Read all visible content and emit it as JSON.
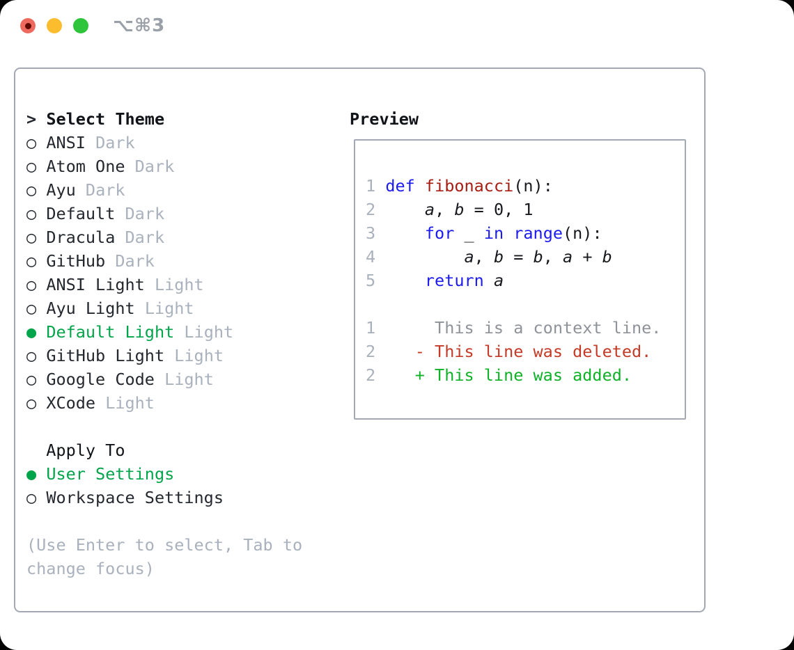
{
  "window": {
    "title": "⌥⌘3"
  },
  "icons": {
    "cursor_marker": ">",
    "unselected_marker": "○",
    "selected_marker": "●"
  },
  "theme_picker": {
    "header": "Select Theme",
    "items": [
      {
        "name": "ANSI",
        "variant": "Dark",
        "selected": false
      },
      {
        "name": "Atom One",
        "variant": "Dark",
        "selected": false
      },
      {
        "name": "Ayu",
        "variant": "Dark",
        "selected": false
      },
      {
        "name": "Default",
        "variant": "Dark",
        "selected": false
      },
      {
        "name": "Dracula",
        "variant": "Dark",
        "selected": false
      },
      {
        "name": "GitHub",
        "variant": "Dark",
        "selected": false
      },
      {
        "name": "ANSI Light",
        "variant": "Light",
        "selected": false
      },
      {
        "name": "Ayu Light",
        "variant": "Light",
        "selected": false
      },
      {
        "name": "Default Light",
        "variant": "Light",
        "selected": true
      },
      {
        "name": "GitHub Light",
        "variant": "Light",
        "selected": false
      },
      {
        "name": "Google Code",
        "variant": "Light",
        "selected": false
      },
      {
        "name": "XCode",
        "variant": "Light",
        "selected": false
      }
    ],
    "apply_to": {
      "header": "Apply To",
      "options": [
        {
          "label": "User Settings",
          "selected": true
        },
        {
          "label": "Workspace Settings",
          "selected": false
        }
      ]
    },
    "help_lines": [
      "(Use Enter to select, Tab to",
      "change focus)"
    ]
  },
  "preview": {
    "header": "Preview",
    "lines": [
      {
        "tokens": [
          {
            "text": "1",
            "style": "num"
          },
          {
            "text": " ",
            "style": "plain"
          },
          {
            "text": "def",
            "style": "kw"
          },
          {
            "text": " ",
            "style": "plain"
          },
          {
            "text": "fibonacci",
            "style": "fn"
          },
          {
            "text": "(n):",
            "style": "plain"
          }
        ]
      },
      {
        "tokens": [
          {
            "text": "2",
            "style": "num"
          },
          {
            "text": "     ",
            "style": "plain"
          },
          {
            "text": "a",
            "style": "var"
          },
          {
            "text": ", ",
            "style": "plain"
          },
          {
            "text": "b",
            "style": "var"
          },
          {
            "text": " = 0, 1",
            "style": "plain"
          }
        ]
      },
      {
        "tokens": [
          {
            "text": "3",
            "style": "num"
          },
          {
            "text": "     ",
            "style": "plain"
          },
          {
            "text": "for",
            "style": "kw"
          },
          {
            "text": " _ ",
            "style": "plain"
          },
          {
            "text": "in",
            "style": "kw"
          },
          {
            "text": " ",
            "style": "plain"
          },
          {
            "text": "range",
            "style": "kw"
          },
          {
            "text": "(n):",
            "style": "plain"
          }
        ]
      },
      {
        "tokens": [
          {
            "text": "4",
            "style": "num"
          },
          {
            "text": "         ",
            "style": "plain"
          },
          {
            "text": "a",
            "style": "var"
          },
          {
            "text": ", ",
            "style": "plain"
          },
          {
            "text": "b",
            "style": "var"
          },
          {
            "text": " = ",
            "style": "plain"
          },
          {
            "text": "b",
            "style": "var"
          },
          {
            "text": ", ",
            "style": "plain"
          },
          {
            "text": "a",
            "style": "var"
          },
          {
            "text": " + ",
            "style": "plain"
          },
          {
            "text": "b",
            "style": "var"
          }
        ]
      },
      {
        "tokens": [
          {
            "text": "5",
            "style": "num"
          },
          {
            "text": "     ",
            "style": "plain"
          },
          {
            "text": "return",
            "style": "kw"
          },
          {
            "text": " ",
            "style": "plain"
          },
          {
            "text": "a",
            "style": "var"
          }
        ]
      },
      {
        "tokens": []
      },
      {
        "tokens": [
          {
            "text": "1",
            "style": "num"
          },
          {
            "text": "      ",
            "style": "plain"
          },
          {
            "text": "This is a context line.",
            "style": "ctx"
          }
        ]
      },
      {
        "tokens": [
          {
            "text": "2",
            "style": "num"
          },
          {
            "text": "    ",
            "style": "plain"
          },
          {
            "text": "- This line was deleted.",
            "style": "del"
          }
        ]
      },
      {
        "tokens": [
          {
            "text": "2",
            "style": "num"
          },
          {
            "text": "    ",
            "style": "plain"
          },
          {
            "text": "+ This line was added.",
            "style": "add"
          }
        ]
      }
    ]
  },
  "colors": {
    "window_bg": "#ffffff",
    "border": "#a2a9b4",
    "text_header": "#101318",
    "text_dark": "#23272e",
    "text_code": "#16181d",
    "text_muted": "#a9b1bd",
    "accent_green": "#00a44a",
    "kw_blue": "#1b1bf0",
    "fn_red": "#a81d12",
    "diff_del": "#c43a26",
    "diff_add": "#0fb227",
    "line_num": "#a9b1bd",
    "context_gray": "#8e9299",
    "traffic_red": "#ee6a5f",
    "traffic_red_dot": "#5e0a00",
    "traffic_yellow": "#fbbd2d",
    "traffic_green": "#2ec43b",
    "title_gray": "#9aa0a8"
  }
}
